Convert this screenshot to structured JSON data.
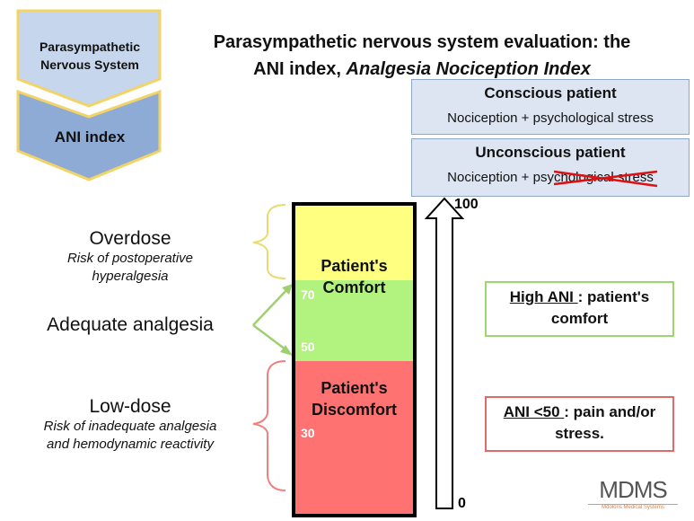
{
  "chevrons": {
    "top": "Parasympathetic Nervous System",
    "bottom": "ANI index"
  },
  "title": {
    "line1": "Parasympathetic nervous system evaluation: the",
    "line2_plain": "ANI index, ",
    "line2_italic": "Analgesia Nociception Index"
  },
  "conscious": {
    "heading": "Conscious patient",
    "text": "Nociception + psychological stress"
  },
  "unconscious": {
    "heading": "Unconscious patient",
    "text_plain": "Nociception + psy",
    "text_struck": "chological stress"
  },
  "left_labels": {
    "overdose": "Overdose",
    "overdose_sub": "Risk of postoperative hyperalgesia",
    "adequate": "Adequate analgesia",
    "lowdose": "Low-dose",
    "lowdose_sub": "Risk of inadequate analgesia and hemodynamic reactivity"
  },
  "bar": {
    "comfort": "Patient's Comfort",
    "discomfort": "Patient's Discomfort",
    "tick70": "70",
    "tick50": "50",
    "tick30": "30"
  },
  "scale": {
    "max": "100",
    "min": "0"
  },
  "high_box": {
    "key": "High ANI ",
    "rest": ": patient's comfort"
  },
  "low_box": {
    "key": "ANI <50 ",
    "rest": ": pain and/or stress."
  },
  "logo": {
    "name": "MDMS",
    "subtitle": "Mdoloris Medical Systems"
  },
  "colors": {
    "yellow": "#ffff80",
    "green": "#b2f27e",
    "red": "#ff7272",
    "chev_light": "#c6d6ec",
    "chev_dark": "#8eabd6",
    "chev_border": "#f2d466"
  }
}
